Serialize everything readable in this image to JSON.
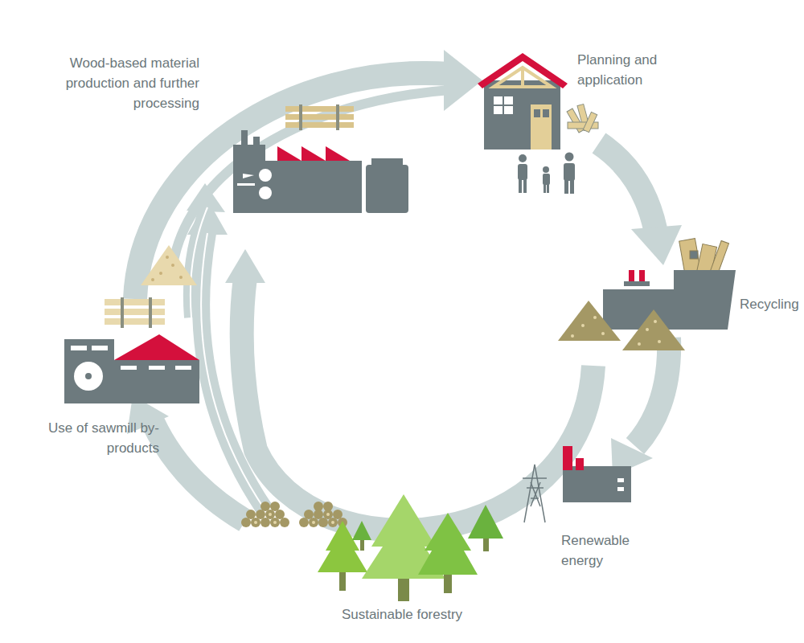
{
  "diagram": {
    "labels": [
      "Wood-based material production and further processing",
      "Planning and application",
      "Recycling",
      "Renewable energy",
      "Sustainable forestry",
      "Use of sawmill by-products"
    ]
  }
}
